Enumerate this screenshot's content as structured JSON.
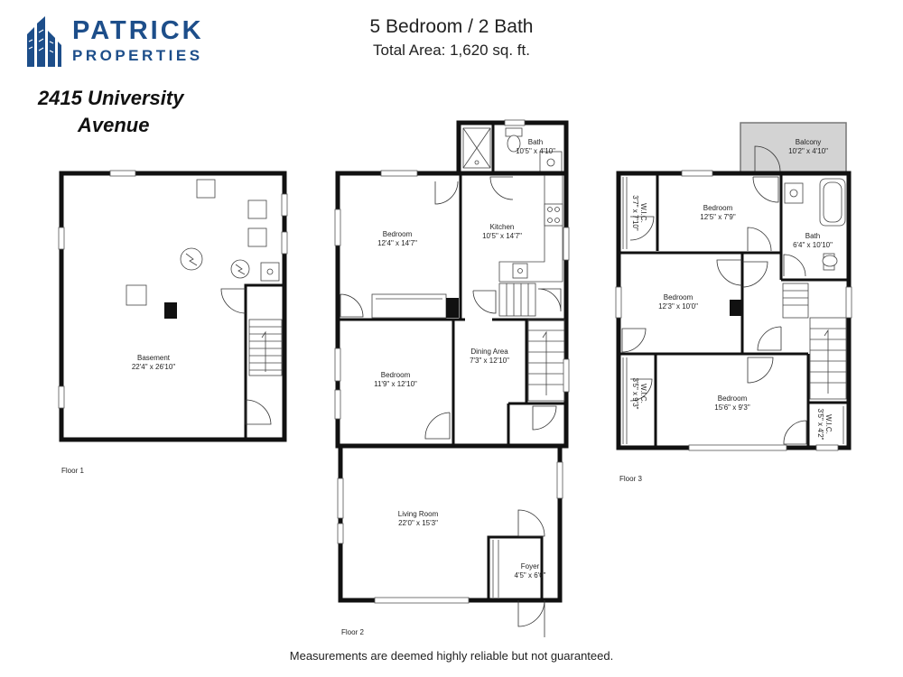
{
  "brand": {
    "line1": "PATRICK",
    "line2": "PROPERTIES",
    "color": "#1d4e8a"
  },
  "address": {
    "line1": "2415 University",
    "line2": "Avenue"
  },
  "header": {
    "title": "5 Bedroom / 2 Bath",
    "subtitle": "Total Area: 1,620 sq. ft."
  },
  "floors": {
    "floor1": {
      "label": "Floor 1",
      "rooms": {
        "basement": {
          "name": "Basement",
          "dims": "22'4\" x 26'10\""
        }
      }
    },
    "floor2": {
      "label": "Floor 2",
      "rooms": {
        "bath": {
          "name": "Bath",
          "dims": "10'5\" x 4'10\""
        },
        "bedroom_a": {
          "name": "Bedroom",
          "dims": "12'4\" x 14'7\""
        },
        "kitchen": {
          "name": "Kitchen",
          "dims": "10'5\" x 14'7\""
        },
        "bedroom_b": {
          "name": "Bedroom",
          "dims": "11'9\" x 12'10\""
        },
        "dining": {
          "name": "Dining Area",
          "dims": "7'3\" x 12'10\""
        },
        "living": {
          "name": "Living Room",
          "dims": "22'0\" x 15'3\""
        },
        "foyer": {
          "name": "Foyer",
          "dims": "4'5\" x 6'0\""
        }
      }
    },
    "floor3": {
      "label": "Floor 3",
      "rooms": {
        "balcony": {
          "name": "Balcony",
          "dims": "10'2\" x 4'10\""
        },
        "bedroom_a": {
          "name": "Bedroom",
          "dims": "12'5\" x 7'9\""
        },
        "wic_a": {
          "name": "W.I.C.",
          "dims": "3'7\" x 7'10\""
        },
        "bath": {
          "name": "Bath",
          "dims": "6'4\" x 10'10\""
        },
        "bedroom_b": {
          "name": "Bedroom",
          "dims": "12'3\" x 10'0\""
        },
        "bedroom_c": {
          "name": "Bedroom",
          "dims": "15'6\" x 9'3\""
        },
        "wic_b": {
          "name": "W.I.C.",
          "dims": "3'5\" x 9'3\""
        },
        "wic_c": {
          "name": "W.I.C.",
          "dims": "3'5\" x 4'2\""
        }
      }
    }
  },
  "disclaimer": "Measurements are deemed highly reliable but not guaranteed."
}
